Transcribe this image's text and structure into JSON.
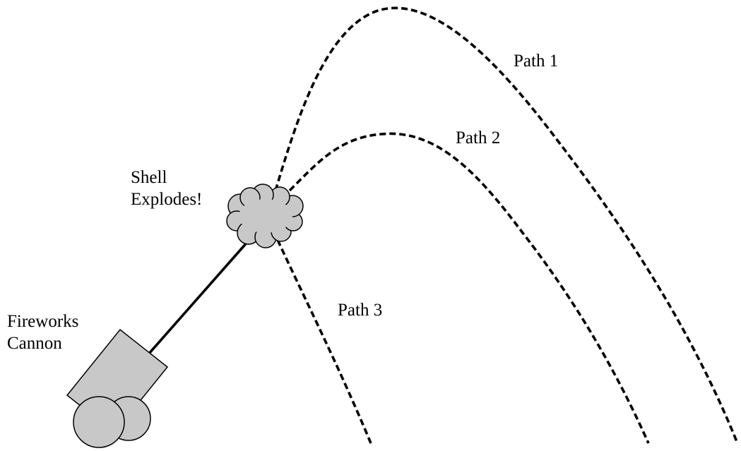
{
  "labels": {
    "path1": "Path 1",
    "path2": "Path 2",
    "path3": "Path 3",
    "shell_line1": "Shell",
    "shell_line2": "Explodes!",
    "cannon_line1": "Fireworks",
    "cannon_line2": "Cannon"
  },
  "colors": {
    "shape_fill": "#c8c8c8",
    "stroke": "#000000",
    "background": "#ffffff"
  }
}
